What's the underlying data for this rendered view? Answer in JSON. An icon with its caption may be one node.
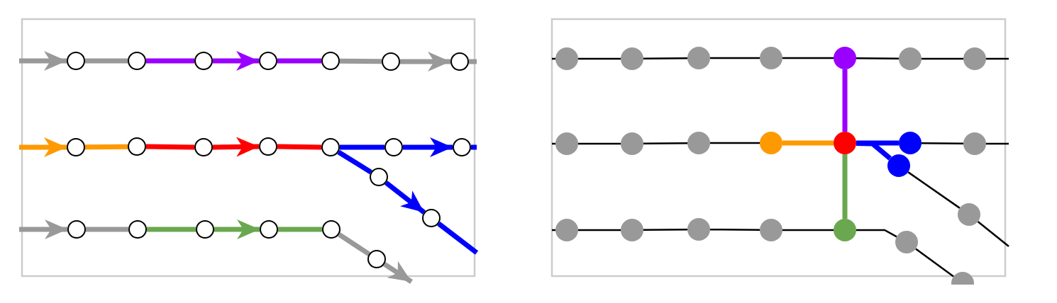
{
  "diagram": {
    "nodes": [
      {
        "text": [],
        "shape": "circle"
      },
      {
        "text": [],
        "shape": "circle"
      },
      {
        "text": [],
        "shape": "circle"
      },
      {
        "text": [],
        "shape": "circle"
      },
      {
        "text": [],
        "shape": "circle"
      },
      {
        "text": [],
        "shape": "circle"
      },
      {
        "text": [],
        "shape": "circle"
      },
      {
        "text": [],
        "shape": "circle"
      },
      {
        "text": [],
        "shape": "circle"
      },
      {
        "text": [],
        "shape": "circle"
      },
      {
        "text": [],
        "shape": "circle"
      },
      {
        "text": [],
        "shape": "circle"
      },
      {
        "text": [],
        "shape": "circle"
      },
      {
        "text": [],
        "shape": "circle"
      },
      {
        "text": [],
        "shape": "circle"
      },
      {
        "text": [],
        "shape": "circle"
      },
      {
        "text": [],
        "shape": "circle"
      },
      {
        "text": [],
        "shape": "circle"
      },
      {
        "text": [],
        "shape": "circle"
      },
      {
        "text": [],
        "shape": "circle"
      },
      {
        "text": [],
        "shape": "circle"
      },
      {
        "text": [],
        "shape": "circle"
      },
      {
        "text": [],
        "shape": "circle"
      },
      {
        "text": [],
        "shape": "circle"
      },
      {
        "text": [],
        "shape": "circle"
      },
      {
        "text": [],
        "shape": "circle"
      },
      {
        "text": [],
        "shape": "circle"
      },
      {
        "text": [],
        "shape": "circle"
      },
      {
        "text": [],
        "shape": "circle"
      },
      {
        "text": [],
        "shape": "circle"
      },
      {
        "text": [],
        "shape": "circle"
      },
      {
        "text": [],
        "shape": "circle"
      },
      {
        "text": [],
        "shape": "circle"
      },
      {
        "text": [],
        "shape": "circle"
      },
      {
        "text": [],
        "shape": "circle"
      },
      {
        "text": [],
        "shape": "circle"
      },
      {
        "text": [],
        "shape": "circle"
      },
      {
        "text": [],
        "shape": "circle"
      },
      {
        "text": [],
        "shape": "circle"
      },
      {
        "text": [],
        "shape": "circle"
      },
      {
        "text": [],
        "shape": "circle"
      },
      {
        "text": [],
        "shape": "circle"
      },
      {
        "text": [],
        "shape": "circle"
      },
      {
        "text": [],
        "shape": "circle"
      },
      {
        "text": [],
        "shape": "circle"
      }
    ],
    "edges": [
      {
        "from": null,
        "to": 0,
        "arrow": "to",
        "color": "#999999"
      },
      {
        "from": 0,
        "to": 1,
        "arrow": "none",
        "color": "#999999"
      },
      {
        "from": 1,
        "to": 2,
        "arrow": "none",
        "color": "#9900ff"
      },
      {
        "from": 2,
        "to": 3,
        "arrow": "to",
        "color": "#9900ff"
      },
      {
        "from": 3,
        "to": 4,
        "arrow": "none",
        "color": "#9900ff"
      },
      {
        "from": 4,
        "to": 5,
        "arrow": "none",
        "color": "#999999"
      },
      {
        "from": 5,
        "to": 6,
        "arrow": "to",
        "color": "#999999"
      },
      {
        "from": 6,
        "to": null,
        "arrow": "none",
        "color": "#999999"
      },
      {
        "from": null,
        "to": 7,
        "arrow": "to",
        "color": "#ff9900"
      },
      {
        "from": 7,
        "to": 8,
        "arrow": "none",
        "color": "#ff9900"
      },
      {
        "from": 8,
        "to": 9,
        "arrow": "none",
        "color": "#ff0000"
      },
      {
        "from": 9,
        "to": 10,
        "arrow": "to",
        "color": "#ff0000"
      },
      {
        "from": 10,
        "to": 11,
        "arrow": "none",
        "color": "#ff0000"
      },
      {
        "from": 11,
        "to": 12,
        "arrow": "none",
        "color": "#0000ff"
      },
      {
        "from": 12,
        "to": 13,
        "arrow": "to",
        "color": "#0000ff"
      },
      {
        "from": 13,
        "to": null,
        "arrow": "none",
        "color": "#0000ff"
      },
      {
        "from": 11,
        "to": 14,
        "arrow": "none",
        "color": "#0000ff"
      },
      {
        "from": 14,
        "to": 15,
        "arrow": "to",
        "color": "#0000ff"
      },
      {
        "from": 15,
        "to": null,
        "arrow": "none",
        "color": "#0000ff"
      },
      {
        "from": null,
        "to": 16,
        "arrow": "to",
        "color": "#999999"
      },
      {
        "from": 16,
        "to": 17,
        "arrow": "none",
        "color": "#999999"
      },
      {
        "from": 17,
        "to": 18,
        "arrow": "none",
        "color": "#6aa84f"
      },
      {
        "from": 18,
        "to": 19,
        "arrow": "to",
        "color": "#6aa84f"
      },
      {
        "from": 19,
        "to": 20,
        "arrow": "none",
        "color": "#6aa84f"
      },
      {
        "from": 20,
        "to": 21,
        "arrow": "none",
        "color": "#999999"
      },
      {
        "from": 21,
        "to": null,
        "arrow": "to",
        "color": "#999999"
      },
      {
        "from": null,
        "to": 22,
        "arrow": "none"
      },
      {
        "from": 22,
        "to": 23,
        "arrow": "none"
      },
      {
        "from": 23,
        "to": 24,
        "arrow": "none"
      },
      {
        "from": 24,
        "to": 25,
        "arrow": "none"
      },
      {
        "from": 25,
        "to": 26,
        "arrow": "none"
      },
      {
        "from": 26,
        "to": 27,
        "arrow": "none"
      },
      {
        "from": 27,
        "to": 28,
        "arrow": "none"
      },
      {
        "from": 28,
        "to": null,
        "arrow": "none"
      },
      {
        "from": null,
        "to": 29,
        "arrow": "none"
      },
      {
        "from": 29,
        "to": 30,
        "arrow": "none"
      },
      {
        "from": 30,
        "to": 31,
        "arrow": "none"
      },
      {
        "from": 31,
        "to": 32,
        "arrow": "none"
      },
      {
        "from": 32,
        "to": 33,
        "arrow": "none",
        "color": "#ff9900"
      },
      {
        "from": 33,
        "to": 34,
        "arrow": "none",
        "color": "#0000ff"
      },
      {
        "from": 33,
        "to": 36,
        "arrow": "none",
        "color": "#0000ff"
      },
      {
        "from": 34,
        "to": 35,
        "arrow": "none"
      },
      {
        "from": 35,
        "to": null,
        "arrow": "none"
      },
      {
        "from": 36,
        "to": 37,
        "arrow": "none"
      },
      {
        "from": 37,
        "to": null,
        "arrow": "none"
      },
      {
        "from": 26,
        "to": 33,
        "arrow": "none",
        "color": "#9900ff"
      },
      {
        "from": 33,
        "to": 42,
        "arrow": "none",
        "color": "#6aa84f"
      },
      {
        "from": null,
        "to": 38,
        "arrow": "none"
      },
      {
        "from": 38,
        "to": 39,
        "arrow": "none"
      },
      {
        "from": 39,
        "to": 40,
        "arrow": "none"
      },
      {
        "from": 40,
        "to": 41,
        "arrow": "none"
      },
      {
        "from": 41,
        "to": 42,
        "arrow": "none"
      },
      {
        "from": 42,
        "to": 43,
        "arrow": "none"
      },
      {
        "from": 43,
        "to": 44,
        "arrow": "none"
      }
    ]
  }
}
